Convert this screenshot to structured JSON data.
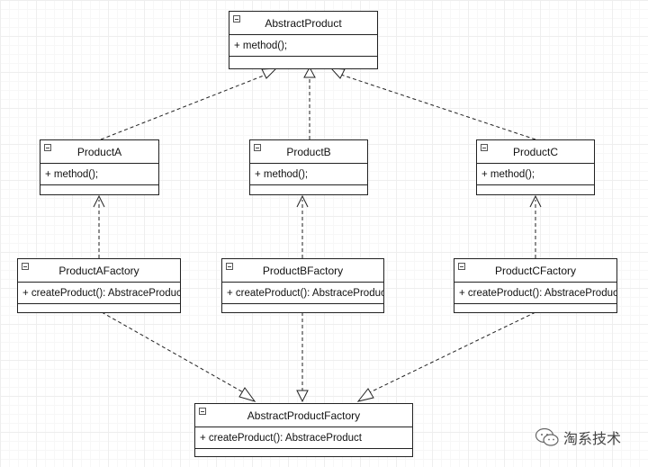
{
  "diagram": {
    "abstract_product": {
      "name": "AbstractProduct",
      "member": "+ method();"
    },
    "products": [
      {
        "name": "ProductA",
        "member": "+ method();"
      },
      {
        "name": "ProductB",
        "member": "+ method();"
      },
      {
        "name": "ProductC",
        "member": "+ method();"
      }
    ],
    "factories": [
      {
        "name": "ProductAFactory",
        "member": "+ createProduct(): AbstraceProduct"
      },
      {
        "name": "ProductBFactory",
        "member": "+ createProduct(): AbstraceProduct"
      },
      {
        "name": "ProductCFactory",
        "member": "+ createProduct(): AbstraceProduct"
      }
    ],
    "abstract_factory": {
      "name": "AbstractProductFactory",
      "member": "+ createProduct(): AbstraceProduct"
    }
  },
  "watermark": {
    "text": "淘系技术",
    "icon": "wechat-icon"
  },
  "colors": {
    "line": "#222222",
    "grid": "#eeeeee"
  }
}
